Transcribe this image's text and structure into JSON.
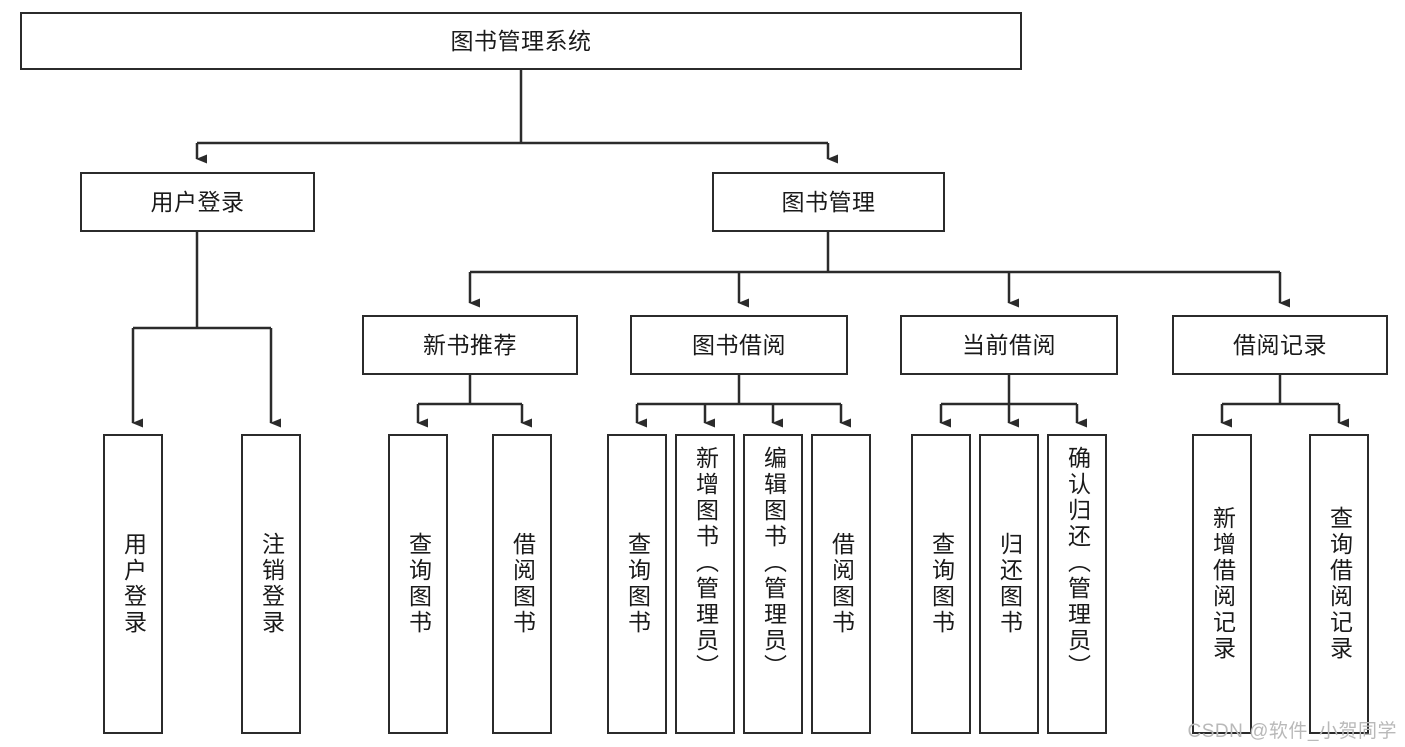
{
  "diagram": {
    "type": "tree",
    "title": "图书管理系统",
    "watermark": "CSDN @软件_小贺同学",
    "colors": {
      "box_border": "#2b2b2b",
      "box_fill": "#ffffff",
      "connector": "#2b2b2b",
      "text": "#1a1a1a",
      "watermark": "#b9b9b9"
    },
    "nodes": {
      "root": {
        "label": "图书管理系统"
      },
      "level2": [
        {
          "id": "user-login",
          "label": "用户登录"
        },
        {
          "id": "book-manage",
          "label": "图书管理"
        }
      ],
      "level3": [
        {
          "id": "new-book-recommend",
          "label": "新书推荐"
        },
        {
          "id": "book-borrow",
          "label": "图书借阅"
        },
        {
          "id": "current-borrow",
          "label": "当前借阅"
        },
        {
          "id": "borrow-record",
          "label": "借阅记录"
        }
      ],
      "leaves": {
        "user-login": [
          {
            "id": "leaf-user-login",
            "label": "用户登录"
          },
          {
            "id": "leaf-logout-login",
            "label": "注销登录"
          }
        ],
        "new-book-recommend": [
          {
            "id": "leaf-query-book-1",
            "label": "查询图书"
          },
          {
            "id": "leaf-borrow-book-1",
            "label": "借阅图书"
          }
        ],
        "book-borrow": [
          {
            "id": "leaf-query-book-2",
            "label": "查询图书"
          },
          {
            "id": "leaf-add-book-admin",
            "label": "新增图书（管理员）"
          },
          {
            "id": "leaf-edit-book-admin",
            "label": "编辑图书（管理员）"
          },
          {
            "id": "leaf-borrow-book-2",
            "label": "借阅图书"
          }
        ],
        "current-borrow": [
          {
            "id": "leaf-query-book-3",
            "label": "查询图书"
          },
          {
            "id": "leaf-return-book",
            "label": "归还图书"
          },
          {
            "id": "leaf-confirm-return-admin",
            "label": "确认归还（管理员）"
          }
        ],
        "borrow-record": [
          {
            "id": "leaf-add-borrow-record",
            "label": "新增借阅记录"
          },
          {
            "id": "leaf-query-borrow-record",
            "label": "查询借阅记录"
          }
        ]
      }
    }
  }
}
